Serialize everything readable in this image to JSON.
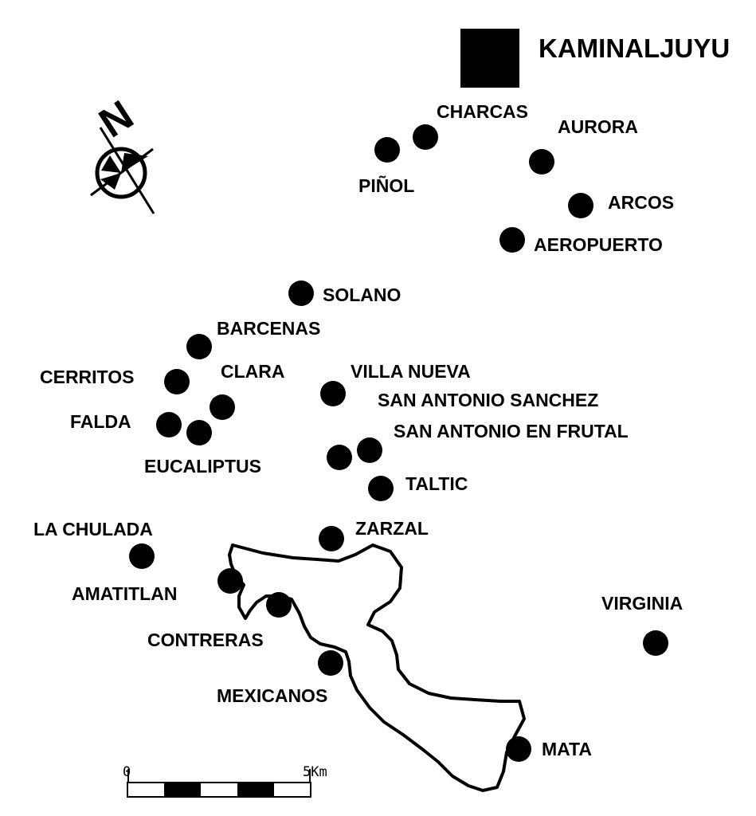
{
  "map": {
    "title": "KAMINALJUYU",
    "north_label": "N",
    "scale": {
      "start_label": "0",
      "end_label": "5Km"
    },
    "sites": [
      {
        "id": "charcas",
        "label": "CHARCAS"
      },
      {
        "id": "pinol",
        "label": "PIÑOL"
      },
      {
        "id": "aurora",
        "label": "AURORA"
      },
      {
        "id": "arcos",
        "label": "ARCOS"
      },
      {
        "id": "aeropuerto",
        "label": "AEROPUERTO"
      },
      {
        "id": "solano",
        "label": "SOLANO"
      },
      {
        "id": "barcenas",
        "label": "BARCENAS"
      },
      {
        "id": "cerritos",
        "label": "CERRITOS"
      },
      {
        "id": "clara",
        "label": "CLARA"
      },
      {
        "id": "falda",
        "label": "FALDA"
      },
      {
        "id": "eucaliptus",
        "label": "EUCALIPTUS"
      },
      {
        "id": "villa-nueva",
        "label": "VILLA NUEVA"
      },
      {
        "id": "san-antonio-sanchez",
        "label": "SAN ANTONIO SANCHEZ"
      },
      {
        "id": "san-antonio-en-frutal",
        "label": "SAN ANTONIO EN FRUTAL"
      },
      {
        "id": "taltic",
        "label": "TALTIC"
      },
      {
        "id": "zarzal",
        "label": "ZARZAL"
      },
      {
        "id": "la-chulada",
        "label": "LA CHULADA"
      },
      {
        "id": "amatitlan",
        "label": "AMATITLAN"
      },
      {
        "id": "contreras",
        "label": "CONTRERAS"
      },
      {
        "id": "mexicanos",
        "label": "MEXICANOS"
      },
      {
        "id": "virginia",
        "label": "VIRGINIA"
      },
      {
        "id": "mata",
        "label": "MATA"
      }
    ]
  }
}
